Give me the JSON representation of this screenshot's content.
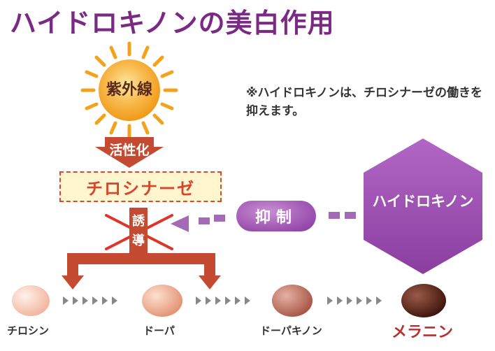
{
  "title": "ハイドロキノンの美白作用",
  "note": "※ハイドロキノンは、チロシナーゼの働きを抑えます。",
  "uv": {
    "label": "紫外線"
  },
  "activation": {
    "label": "活性化"
  },
  "enzyme": {
    "label": "チロシナーゼ"
  },
  "induction": {
    "char1": "誘",
    "char2": "導"
  },
  "inhibition": {
    "label": "抑制"
  },
  "inhibitor": {
    "label": "ハイドロキノン"
  },
  "stages": [
    {
      "label": "チロシン",
      "color": "#f4c4b0"
    },
    {
      "label": "ドーパ",
      "color": "#e8a080"
    },
    {
      "label": "ドーパキノン",
      "color": "#b86050"
    },
    {
      "label": "メラニン",
      "color": "#5a2418"
    }
  ],
  "colors": {
    "title": "#7b2a83",
    "sun": "#f6a21a",
    "arrow": "#c44a32",
    "enzyme_text": "#d8452a",
    "inhibitor": "#9a4fae",
    "melanin_text": "#b53230"
  },
  "icons": {
    "sun": "sun-icon",
    "cross": "x-mark-icon"
  }
}
